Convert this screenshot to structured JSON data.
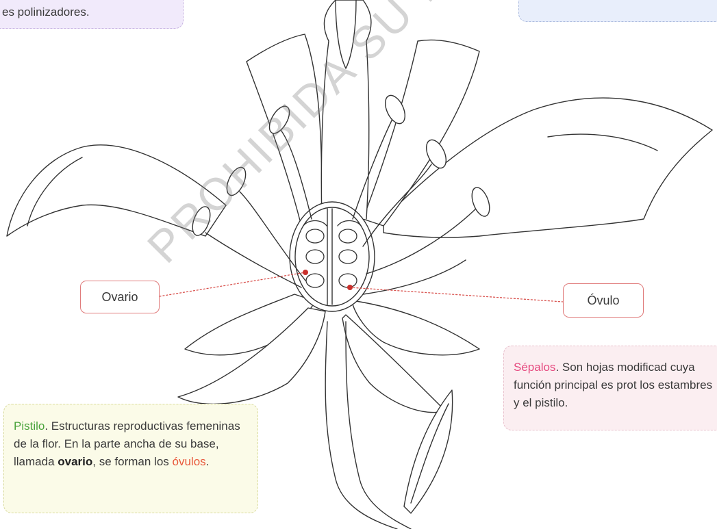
{
  "callouts": {
    "top_left_text": "es polinizadores.",
    "pistil": {
      "term": "Pistilo",
      "text_1": ". Estructuras reproductivas femeninas de la flor. En la parte ancha de su base, llamada ",
      "bold_word": "ovario",
      "text_2": ", se forman los ",
      "highlight_word": "óvulos",
      "text_3": "."
    },
    "sepals": {
      "term": "Sépalos",
      "text": ". Son hojas modificad cuya función principal es prot los estambres y el pistilo."
    }
  },
  "labels": {
    "ovary": "Ovario",
    "ovule": "Óvulo"
  },
  "watermark": "PROHIBIDA SU REPRODU",
  "colors": {
    "leader_line": "#d9534f",
    "label_border": "#e07b7b",
    "outline": "#333333"
  }
}
